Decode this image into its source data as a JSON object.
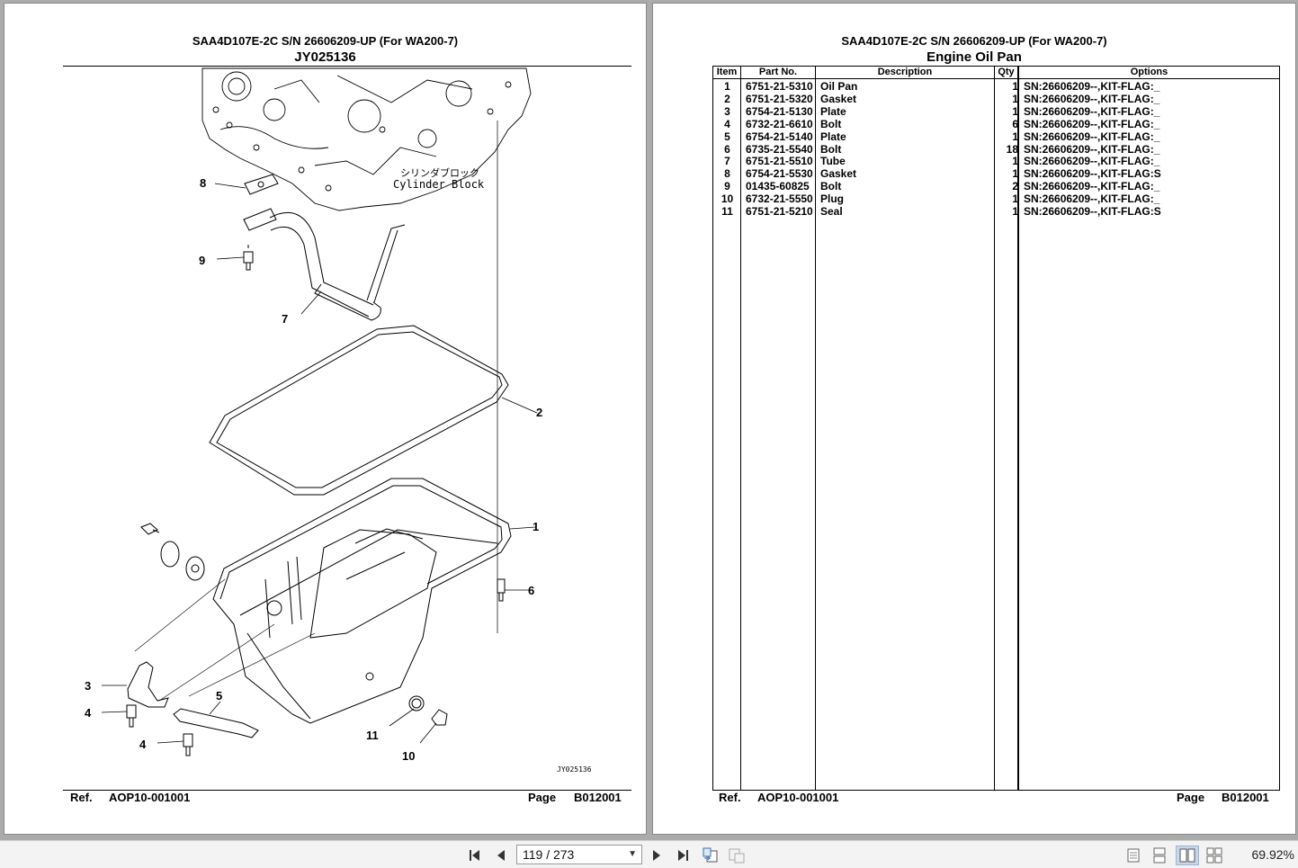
{
  "left_page": {
    "title": "SAA4D107E-2C S/N 26606209-UP (For WA200-7)",
    "subtitle": "JY025136",
    "drawing": {
      "block_label_jp": "シリンダブロック",
      "block_label_en": "Cylinder Block",
      "drawing_id": "JY025136",
      "callouts": [
        "8",
        "9",
        "7",
        "2",
        "1",
        "6",
        "3",
        "4",
        "5",
        "4",
        "11",
        "10"
      ]
    },
    "footer": {
      "ref_label": "Ref.",
      "ref_value": "AOP10-001001",
      "page_label": "Page",
      "page_value": "B012001"
    }
  },
  "right_page": {
    "title": "SAA4D107E-2C S/N 26606209-UP (For WA200-7)",
    "subtitle": "Engine Oil Pan",
    "table": {
      "headers": {
        "item": "Item",
        "part_no": "Part No.",
        "description": "Description",
        "qty": "Qty",
        "options": "Options"
      },
      "rows": [
        {
          "item": "1",
          "part_no": "6751-21-5310",
          "description": "Oil Pan",
          "qty": "1",
          "options": "SN:26606209--,KIT-FLAG:_"
        },
        {
          "item": "2",
          "part_no": "6751-21-5320",
          "description": "Gasket",
          "qty": "1",
          "options": "SN:26606209--,KIT-FLAG:_"
        },
        {
          "item": "3",
          "part_no": "6754-21-5130",
          "description": "Plate",
          "qty": "1",
          "options": "SN:26606209--,KIT-FLAG:_"
        },
        {
          "item": "4",
          "part_no": "6732-21-6610",
          "description": "Bolt",
          "qty": "6",
          "options": "SN:26606209--,KIT-FLAG:_"
        },
        {
          "item": "5",
          "part_no": "6754-21-5140",
          "description": "Plate",
          "qty": "1",
          "options": "SN:26606209--,KIT-FLAG:_"
        },
        {
          "item": "6",
          "part_no": "6735-21-5540",
          "description": "Bolt",
          "qty": "18",
          "options": "SN:26606209--,KIT-FLAG:_"
        },
        {
          "item": "7",
          "part_no": "6751-21-5510",
          "description": "Tube",
          "qty": "1",
          "options": "SN:26606209--,KIT-FLAG:_"
        },
        {
          "item": "8",
          "part_no": "6754-21-5530",
          "description": "Gasket",
          "qty": "1",
          "options": "SN:26606209--,KIT-FLAG:S"
        },
        {
          "item": "9",
          "part_no": "01435-60825",
          "description": "Bolt",
          "qty": "2",
          "options": "SN:26606209--,KIT-FLAG:_"
        },
        {
          "item": "10",
          "part_no": "6732-21-5550",
          "description": "Plug",
          "qty": "1",
          "options": "SN:26606209--,KIT-FLAG:_"
        },
        {
          "item": "11",
          "part_no": "6751-21-5210",
          "description": "Seal",
          "qty": "1",
          "options": "SN:26606209--,KIT-FLAG:S"
        }
      ]
    },
    "footer": {
      "ref_label": "Ref.",
      "ref_value": "AOP10-001001",
      "page_label": "Page",
      "page_value": "B012001"
    }
  },
  "toolbar": {
    "page_indicator": "119 / 273",
    "zoom": "69.92%",
    "icons": [
      "first-page-icon",
      "previous-page-icon",
      "next-page-icon",
      "last-page-icon",
      "go-back-view-icon",
      "go-forward-view-icon",
      "single-page-view-icon",
      "continuous-view-icon",
      "two-page-view-icon",
      "two-page-continuous-view-icon"
    ]
  }
}
